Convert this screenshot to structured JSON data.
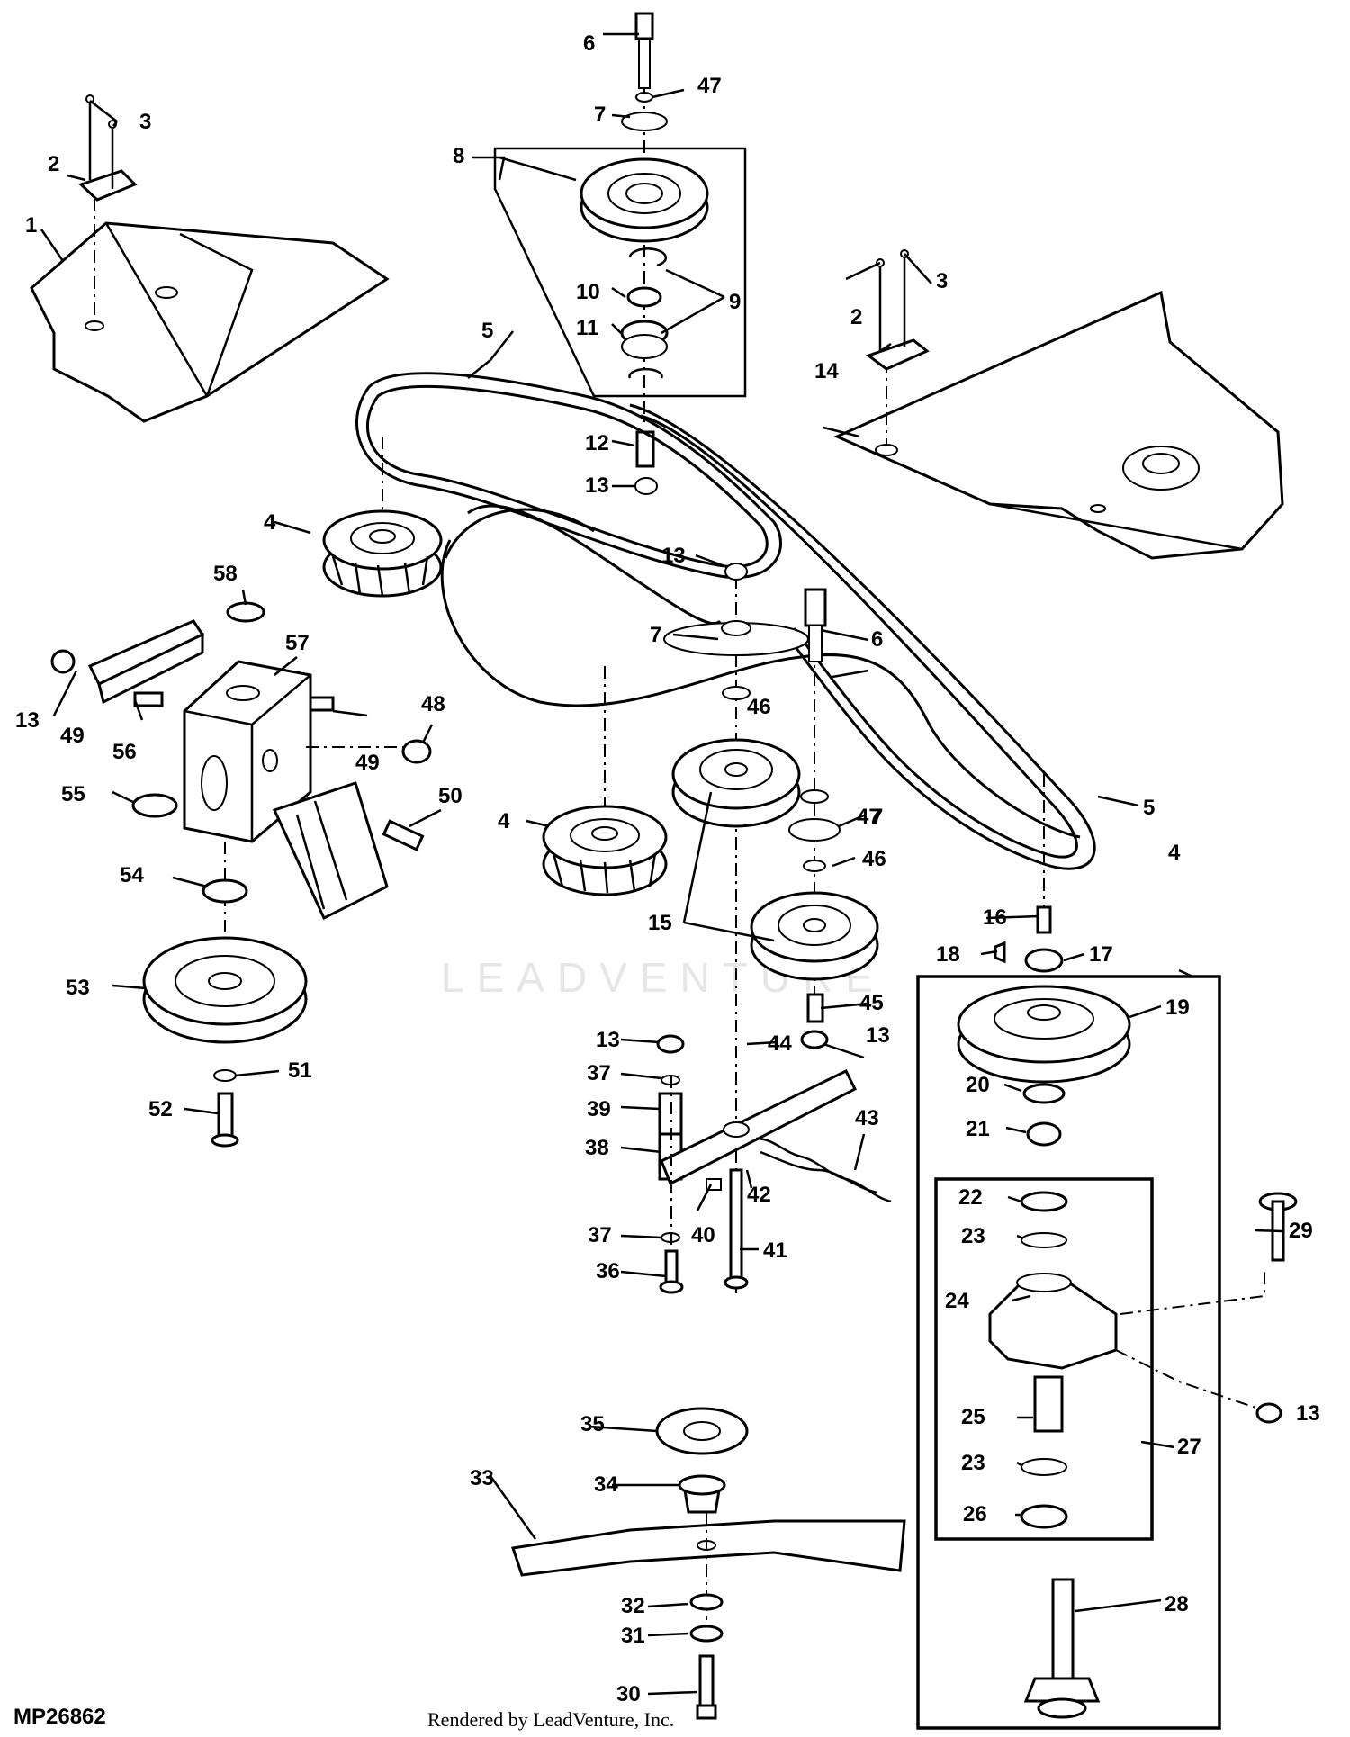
{
  "diagram": {
    "figure_code": "MP26862",
    "credit": "Rendered by LeadVenture, Inc.",
    "watermark": "LEADVENTURE",
    "callouts": [
      "1",
      "2",
      "3",
      "4",
      "5",
      "6",
      "7",
      "8",
      "9",
      "10",
      "11",
      "12",
      "13",
      "14",
      "15",
      "16",
      "17",
      "18",
      "19",
      "20",
      "21",
      "22",
      "23",
      "24",
      "25",
      "26",
      "27",
      "28",
      "29",
      "30",
      "31",
      "32",
      "33",
      "34",
      "35",
      "36",
      "37",
      "38",
      "39",
      "40",
      "41",
      "42",
      "43",
      "44",
      "45",
      "46",
      "47",
      "48",
      "49",
      "50",
      "51",
      "52",
      "53",
      "54",
      "55",
      "56",
      "57",
      "58"
    ]
  }
}
